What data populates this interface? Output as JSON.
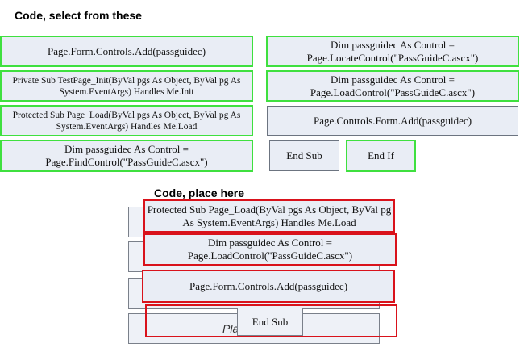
{
  "headings": {
    "select": "Code, select from these",
    "place": "Code, place here"
  },
  "options": {
    "controls_add": "Page.Form.Controls.Add(passguidec)",
    "locate_control": "Dim passguidec As Control = Page.LocateControl(\"PassGuideC.ascx\")",
    "testpage_init": "Private Sub TestPage_Init(ByVal pgs As Object, ByVal pg As System.EventArgs) Handles Me.Init",
    "load_control": "Dim passguidec As Control = Page.LoadControl(\"PassGuideC.ascx\")",
    "page_load": "Protected Sub Page_Load(ByVal pgs As Object, ByVal pg As System.EventArgs) Handles Me.Load",
    "form_add": "Page.Controls.Form.Add(passguidec)",
    "find_control": "Dim passguidec As Control = Page.FindControl(\"PassGuideC.ascx\")",
    "end_sub": "End Sub",
    "end_if": "End If"
  },
  "placed": {
    "slot1": "Protected Sub Page_Load(ByVal pgs As Object, ByVal pg As System.EventArgs) Handles Me.Load",
    "slot2": "Dim passguidec As Control = Page.LoadControl(\"PassGuideC.ascx\")",
    "slot3": "Page.Form.Controls.Add(passguidec)",
    "slot4": "End Sub",
    "slot4_placeholder": "Pla"
  }
}
